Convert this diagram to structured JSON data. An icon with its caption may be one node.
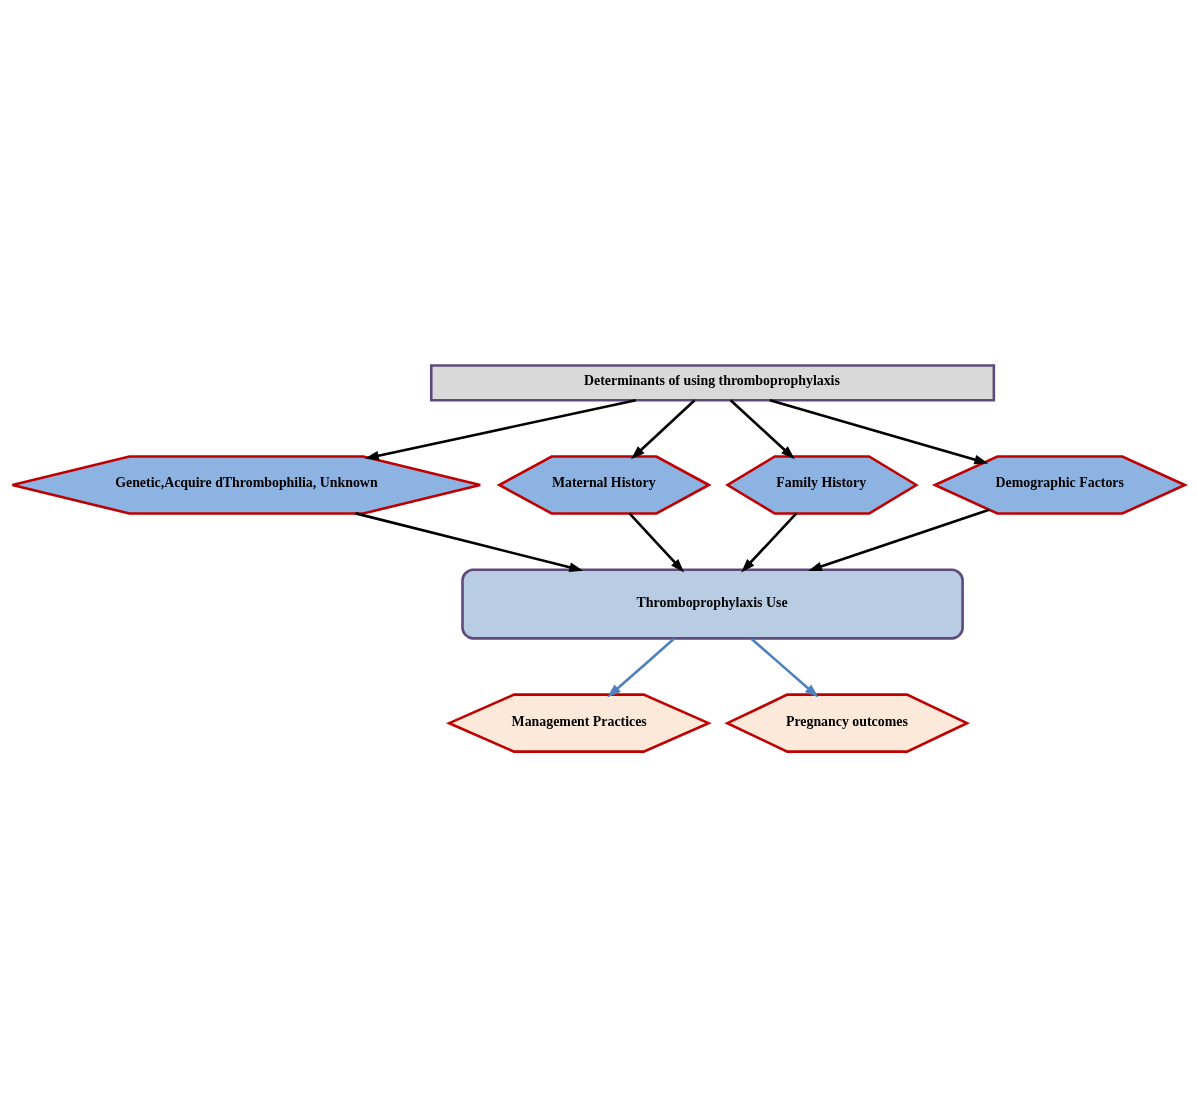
{
  "diagram": {
    "nodes": [
      {
        "text": [
          "Determinants of using thromboprophylaxis"
        ]
      },
      {
        "text": [
          "Genetic,Acquire dThrombophilia, Unknown"
        ]
      },
      {
        "text": [
          "Maternal History"
        ]
      },
      {
        "text": [
          "Family History"
        ]
      },
      {
        "text": [
          "Demographic Factors"
        ]
      },
      {
        "text": [
          "Thromboprophylaxis Use"
        ]
      },
      {
        "text": [
          "Management Practices"
        ]
      },
      {
        "text": [
          "Pregnancy outcomes"
        ]
      }
    ],
    "edges": [
      {
        "from": 0,
        "to": 1,
        "arrow": "to"
      },
      {
        "from": 0,
        "to": 2,
        "arrow": "to"
      },
      {
        "from": 0,
        "to": 3,
        "arrow": "to"
      },
      {
        "from": 0,
        "to": 4,
        "arrow": "to"
      },
      {
        "from": 1,
        "to": 5,
        "arrow": "to"
      },
      {
        "from": 2,
        "to": 5,
        "arrow": "to"
      },
      {
        "from": 3,
        "to": 5,
        "arrow": "to"
      },
      {
        "from": 4,
        "to": 5,
        "arrow": "to"
      },
      {
        "from": 5,
        "to": 6,
        "arrow": "to",
        "color": "#4f81bd"
      },
      {
        "from": 5,
        "to": 7,
        "arrow": "to",
        "color": "#4f81bd"
      }
    ]
  }
}
